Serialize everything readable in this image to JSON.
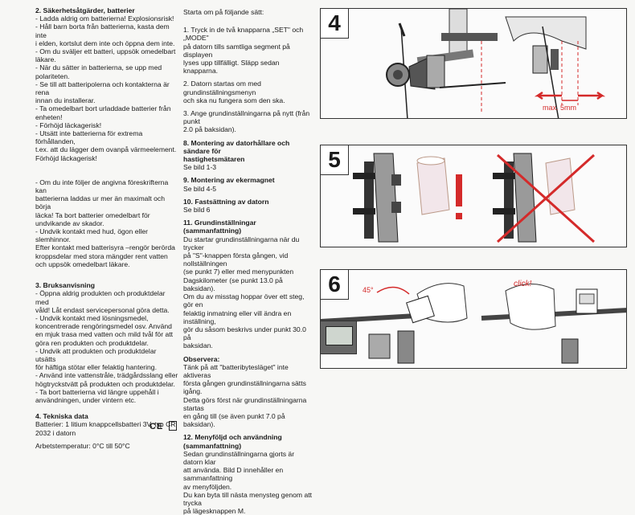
{
  "col1": {
    "s2_title": "2. Säkerhetsåtgärder, batterier",
    "s2_items": [
      "- Ladda aldrig om batterierna! Explosionsrisk!",
      "- Håll barn borta från batterierna, kasta dem inte",
      "  i elden, kortslut dem inte och öppna dem inte.",
      "- Om du sväljer ett batteri, uppsök omedelbart läkare.",
      "- När du sätter in batterierna, se upp med",
      "  polariteten.",
      "- Se till att batteripolerna och kontakterna är rena",
      "  innan du installerar.",
      "- Ta omedelbart bort urladdade batterier från",
      "  enheten!",
      "- Förhöjd läckagerisk!",
      "- Utsätt inte batterierna för extrema förhållanden,",
      "  t.ex. att du lägger dem ovanpå värmeelement.",
      "  Förhöjd läckagerisk!"
    ],
    "s2b_items": [
      "- Om du inte följer de angivna föreskrifterna kan",
      "  batterierna laddas ur mer än maximalt och börja",
      "  läcka! Ta bort batterier omedelbart för",
      "  undvikande av skador.",
      "- Undvik kontakt med hud, ögon eller slemhinnor.",
      "  Efter kontakt med batterisyra –rengör berörda",
      "  kroppsdelar med stora mängder rent vatten",
      "  och uppsök omedelbart läkare."
    ],
    "s3_title": "3. Bruksanvisning",
    "s3_items": [
      "- Öppna aldrig produkten och produktdelar med",
      "  våld! Låt endast servicepersonal göra detta.",
      "- Undvik kontakt med lösningsmedel,",
      "  koncentrerade rengöringsmedel osv. Använd",
      "  en mjuk trasa med vatten och mild tvål för att",
      "  göra ren produkten och produktdelar.",
      "- Undvik att produkten och produktdelar utsätts",
      "  för häftiga stötar eller felaktig hantering.",
      "- Använd inte vattenstråle, trädgårdsslang eller",
      "  högtryckstvätt på produkten och produktdelar.",
      "- Ta bort batterierna vid längre uppehåll i",
      "  användningen, under vintern etc."
    ],
    "s4_title": "4. Tekniska data",
    "s4_lines": [
      "Batterier: 1 litium knappcellsbatteri 3V, typ CR",
      "2032 i datorn"
    ],
    "s4_temp": "Arbetstemperatur: 0°C till 50°C",
    "ce_mark": "CE"
  },
  "col2": {
    "intro": "Starta om på följande sätt:",
    "step1": [
      "1. Tryck in de två knapparna „SET\" och „MODE\"",
      "på datorn tills samtliga segment på displayen",
      "lyses upp tillfälligt. Släpp sedan knapparna."
    ],
    "step2": [
      "2. Datorn startas om med grundinställningsmenyn",
      "och ska nu fungera som den ska."
    ],
    "step3": [
      "3. Ange grundinställningarna på nytt (från punkt",
      "2.0 på baksidan)."
    ],
    "s8_title": [
      "8. Montering av datorhållare och sändare för",
      "hastighetsmätaren"
    ],
    "s8_ref": "Se bild 1-3",
    "s9_title": "9. Montering av ekermagnet",
    "s9_ref": "Se bild 4-5",
    "s10_title": "10. Fastsättning av datorn",
    "s10_ref": "Se bild 6",
    "s11_title": "11. Grundinställningar (sammanfattning)",
    "s11_lines": [
      "Du startar grundinställningarna när du trycker",
      "på \"S\"-knappen första gången, vid nollställningen",
      "(se punkt 7) eller med menypunkten",
      "Dagskilometer (se punkt 13.0 på baksidan).",
      "Om du av misstag hoppar över ett steg, gör en",
      "felaktig inmatning eller vill ändra en inställning,",
      "gör du såsom beskrivs under punkt 30.0 på",
      "baksidan."
    ],
    "obs_title": "Observera:",
    "obs_lines": [
      "Tänk på att \"batteribytesläget\" inte aktiveras",
      "första gången grundinställningarna sätts igång.",
      "Detta görs först när grundinställningarna startas",
      "en gång till (se även punkt 7.0 på baksidan)."
    ],
    "s12_title": [
      "12. Menyföljd och användning",
      "(sammanfattning)"
    ],
    "s12_lines": [
      "Sedan grundinställningarna gjorts är datorn klar",
      "att använda. Bild D innehåller en sammanfattning",
      "av menyföljden.",
      "Du kan byta till nästa menysteg genom att trycka",
      "på lägesknappen M."
    ]
  },
  "figures": {
    "fig4_number": "4",
    "fig4_max_label": "max. 5mm",
    "fig5_number": "5",
    "fig6_number": "6",
    "fig6_angle_label": "45°",
    "fig6_click_label": "click!",
    "accent_color": "#d42a2a"
  }
}
